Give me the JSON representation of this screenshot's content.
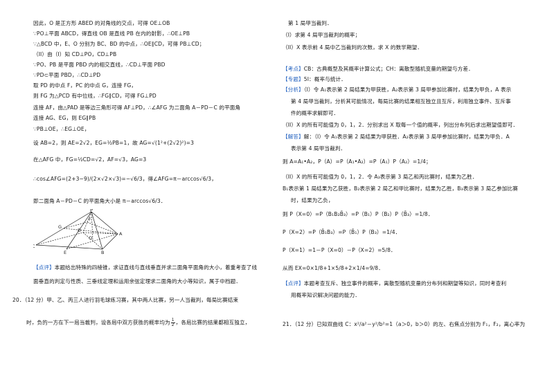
{
  "left": {
    "lines": [
      "因此，O 是正方形 ABED 的对角线的交点，可得 OE⊥OB",
      "∵PO⊥平面 ABCD，得直线 OB 是直线 PB 在内的射影，∴OE⊥PB",
      "∵△BCD 中，E、O 分别为 BC、BD 的中点，∴OE∥CD，可得 PB⊥CD；",
      "（II）由（I）知 CD⊥PO，CD⊥PB",
      "∵PO、PB 是平面 PBD 内的相交直线，∴CD⊥平面 PBD",
      "∵PD⊂平面 PBD，∴CD⊥PD",
      "取 PD 的中点 F，PC 的中点 G，连接 FG，",
      "则 FG 为△PCD 有中位线，∴FG∥CD，可得 FG⊥PD",
      "连接 AF，由△PAD 是等边三角形可得 AF⊥PD，∴∠AFG 为二面角 A－PD－C 的平面角",
      "连接 AG、EG，则 EG∥PB",
      "∵PB⊥OE，∴EG⊥OE，",
      "设 AB=2，则 AE=2√2，EG=½PB=1，故 AG=√(1²+(2√2)²)=3",
      "在△AFG 中，FG=½CD=√2，AF=√3，AG=3",
      "∴cos∠AFG=(2+3−9)/(2×√2×√3)=−√6/3，得∠AFG=π－arccos√6/3，",
      "即二面角 A－PD－C 的平面角大小是 π－arccos√6/3．"
    ],
    "comment_tag": "【点评】",
    "comment_1": "本题给出特殊的四棱锥，求证直线与直线垂直并求二面角平面角的大小，着重考查了线",
    "comment_2": "面垂直的判定与性质、三垂线定理和运用余弦定理求二面角的大小等知识，属于中档题．",
    "q20_1": "20．（12 分）甲、乙、丙三人进行羽毛球练习赛，其中两人比赛，另一人当裁判，每局比赛结束",
    "q20_2a": "时，负的一方在下一局当裁判，设各局中双方获胜的概率均为",
    "q20_2b": "，各局比赛的结果都相互独立，",
    "half_n": "1",
    "half_d": "2",
    "figure_labels": [
      "P",
      "G",
      "F",
      "D",
      "O",
      "A",
      "C",
      "E",
      "B"
    ]
  },
  "right": {
    "l1": "第 1 局甲当裁判．",
    "l2": "（I）求第 4 局甲当裁判的概率；",
    "l3": "（II）X 表示前 4 局中乙当裁判的次数，求 X 的数学期望．",
    "kd_tag": "【考点】",
    "kd": "CB：古典概型及其概率计算公式；CH：离散型随机变量的期望与方差．",
    "zt_tag": "【专题】",
    "zt": "5I：概率与统计．",
    "fx_tag": "【分析】",
    "fx1": "（I）令 A₁表示第 2 局结果为甲获胜，A₂表示第 3 局甲参加比赛时，结果为甲负，A 表示",
    "fx2": "第 4 局甲当裁判，分析其可能情况，每局比赛的结果相互独立且互斥，利用独立事件、互斥事",
    "fx3": "件的概率求解即可．",
    "fx4": "（II）X 的所有可能值为 0，1，2．分别求出 X 取每一个值的概率，列出分布列后求出期望值即可．",
    "jd_tag": "【解答】",
    "jd1": "解：（I）令 A₁表示第 2 局结果为甲获胜．A₂表示第 3 局甲参加比赛时，结果为甲负．A",
    "jd2": "表示第 4 局甲当裁判．",
    "jd3": "则 A=A₁•A₂，P（A）=P（A₁•A₂）=P（A₁）P（A₂）=1/4；",
    "jd4": "（II）X 的所有可能值为 0，1，2．令 A₃表示第 3 局乙和丙比赛时，结果为乙胜．",
    "jd5": "B₁表示第 1 局结果为乙获胜，B₂表示第 2 局乙和甲比赛时，结果为乙胜，B₃表示第 3 局乙参加比赛",
    "jd6": "时，结果为乙负，",
    "jd7": "则 P（X=0）=P（B₁B₂B̄₃）=P（B₁）P（B₂）P（B̄₃）=1/8．",
    "jd8": "P（X=2）=P（B̄₁B₃）=P（B̄₁）P（B₃）=1/4．",
    "jd9": "P（X=1）=1－P（X=0）－P（X=2）=5/8．",
    "jd10": "从而 EX=0×1/8+1×5/8+2×1/4=9/8．",
    "dp_tag": "【点评】",
    "dp1": "本题考查互斥、独立事件的概率，离散型随机变量的分布列和期望等知识，同时考查利",
    "dp2": "用概率知识解决问题的能力．",
    "q21": "21．（12 分）已知双曲线 C：x²/a²－y²/b²=1（a＞0，b＞0）的左、右焦点分别为 F₁，F₂，离心率为"
  }
}
